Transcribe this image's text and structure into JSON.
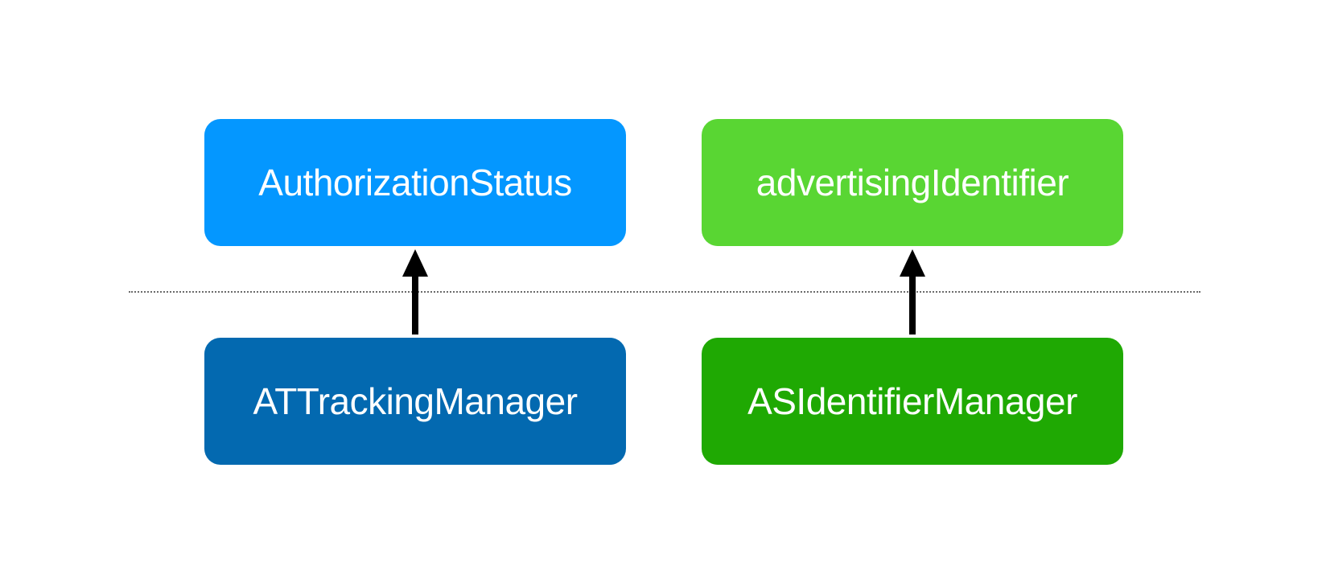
{
  "diagram": {
    "upper_layer": {
      "left_box": {
        "label": "AuthorizationStatus",
        "color": "#0497FF"
      },
      "right_box": {
        "label": "advertisingIdentifier",
        "color": "#59D633"
      }
    },
    "lower_layer": {
      "left_box": {
        "label": "ATTrackingManager",
        "color": "#0369B0"
      },
      "right_box": {
        "label": "ASIdentifierManager",
        "color": "#1FA903"
      }
    },
    "connectors": [
      {
        "from": "ATTrackingManager",
        "to": "AuthorizationStatus",
        "style": "arrow-up"
      },
      {
        "from": "ASIdentifierManager",
        "to": "advertisingIdentifier",
        "style": "arrow-up"
      }
    ],
    "separator": {
      "style": "dotted",
      "color": "#6b6b6b"
    }
  }
}
